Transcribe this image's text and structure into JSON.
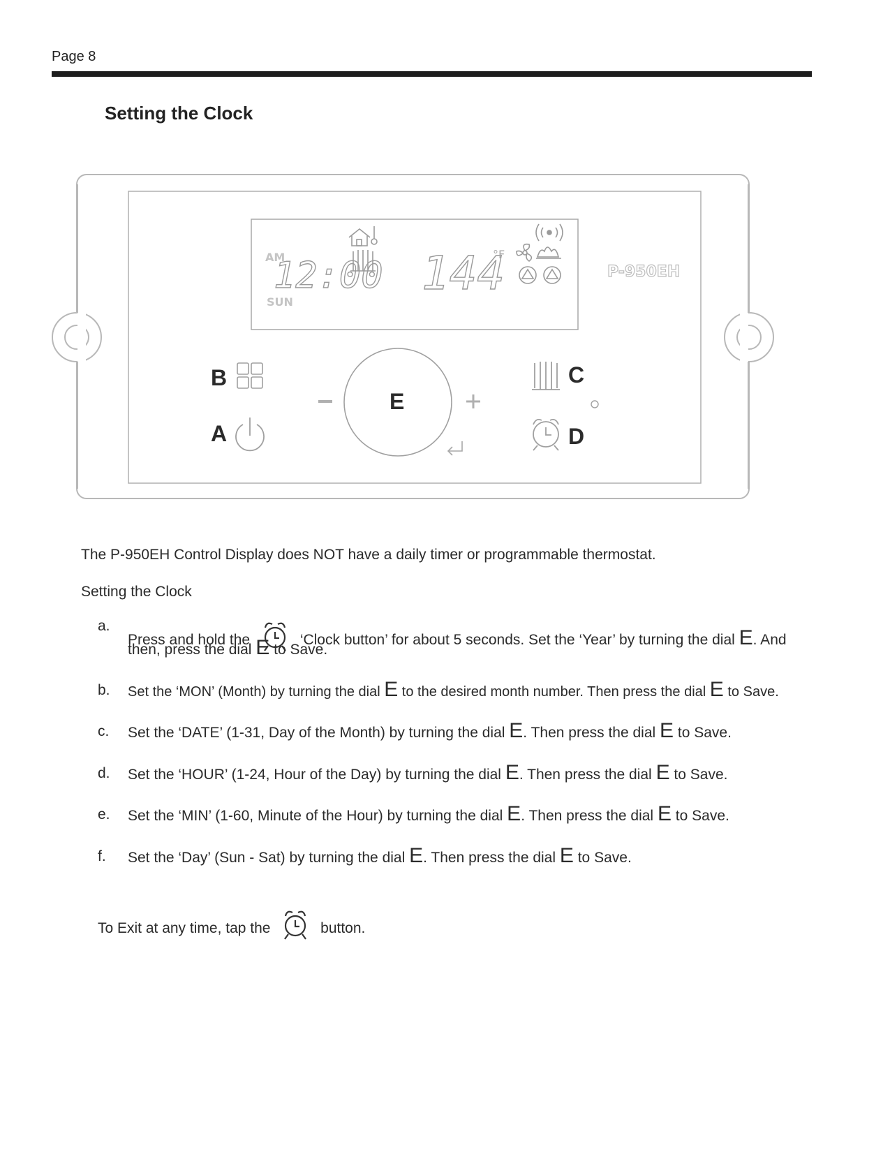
{
  "header": {
    "page_label": "Page 8"
  },
  "title": "Setting the Clock",
  "device": {
    "model": "P-950EH",
    "lcd": {
      "am": "AM",
      "time": "12:00",
      "day": "SUN",
      "temperature": "144",
      "unit": "°F"
    },
    "buttons": {
      "a": "A",
      "b": "B",
      "c": "C",
      "d": "D",
      "e": "E"
    },
    "minus": "−",
    "plus": "+"
  },
  "body": {
    "intro": "The P-950EH Control Display does NOT have a daily timer or programmable thermostat.",
    "subheading": "Setting the Clock",
    "dial_letter": "E",
    "steps": [
      {
        "letter": "a.",
        "part1": "Press and hold the",
        "part2": "‘Clock button’ for about 5 seconds. Set the ‘Year’ by turning the dial",
        "part3": ". And",
        "line2_part1": "then, press the dial",
        "line2_part2": " to Save."
      },
      {
        "letter": "b.",
        "part1": "Set the ‘MON’ (Month) by turning the dial",
        "part2": " to the desired month number. Then press the dial",
        "part3": " to Save."
      },
      {
        "letter": "c.",
        "part1": "Set the ‘DATE’ (1-31,  Day of the Month) by turning the dial",
        "part2": ". Then press the dial",
        "part3": " to Save."
      },
      {
        "letter": "d.",
        "part1": "Set the ‘HOUR’ (1-24,  Hour of the Day) by turning the dial",
        "part2": ". Then press the dial",
        "part3": " to Save."
      },
      {
        "letter": "e.",
        "part1": "Set the ‘MIN’ (1-60,  Minute of the Hour) by turning the dial",
        "part2": ". Then press the dial",
        "part3": " to Save."
      },
      {
        "letter": "f.",
        "part1": "Set the ‘Day’ (Sun - Sat) by turning the dial",
        "part2": ". Then press the dial",
        "part3": " to Save."
      }
    ],
    "exit_part1": "To Exit at any time, tap the",
    "exit_part2": "button."
  }
}
